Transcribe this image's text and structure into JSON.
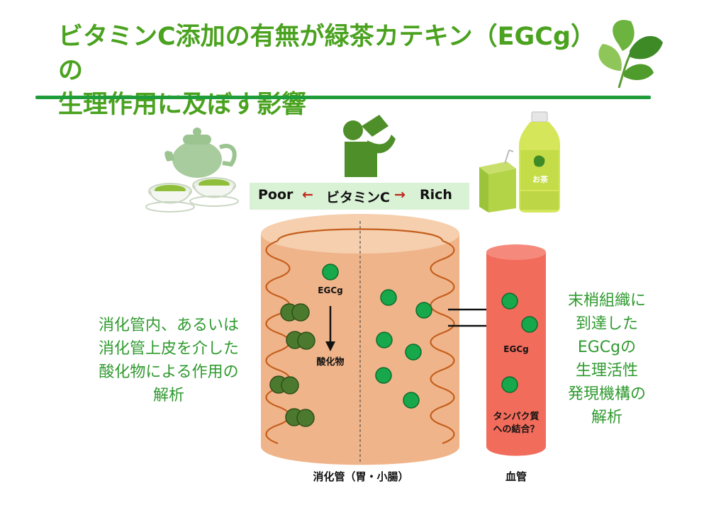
{
  "title": {
    "line1": "ビタミンC添加の有無が緑茶カテキン（EGCg）の",
    "line2": "生理作用に及ぼす影響"
  },
  "vitamin_scale": {
    "left": "Poor",
    "left_arrow": "←",
    "center": "ビタミンC",
    "right_arrow": "→",
    "right": "Rich"
  },
  "left_note": {
    "line1": "消化管内、あるいは",
    "line2": "消化管上皮を介した",
    "line3": "酸化物による作用の",
    "line4": "解析"
  },
  "right_note": {
    "line1": "末梢組織に",
    "line2": "到達した",
    "line3": "EGCgの",
    "line4": "生理活性",
    "line5": "発現機構の",
    "line6": "解析"
  },
  "gut": {
    "egcg_label": "EGCg",
    "oxide_label": "酸化物",
    "caption": "消化管（胃・小腸）"
  },
  "blood": {
    "egcg_label": "EGCg",
    "protein_line1": "タンパク質",
    "protein_line2": "への結合？",
    "caption": "血管"
  },
  "bottle_label": "お茶",
  "colors": {
    "title_green": "#4aa21f",
    "rule_green": "#1f9d3a",
    "note_green": "#2f9a2f",
    "gut_body": "#f0b48a",
    "gut_top": "#f6cfae",
    "villi": "#c45e1c",
    "egcg_fresh": "#16a84a",
    "egcg_oxidized": "#4b7a2e",
    "blood_vessel": "#f26c5c",
    "vitamin_bar": "#d9f1d5",
    "arrow_red": "#c0281c"
  }
}
